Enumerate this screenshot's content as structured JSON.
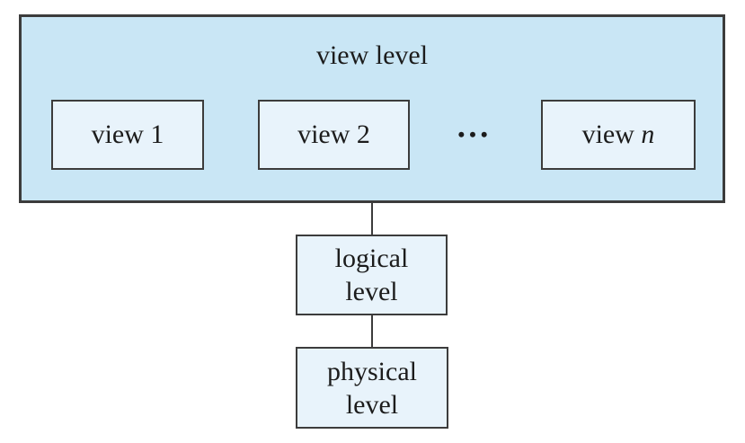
{
  "diagram": {
    "view_level": {
      "label": "view level",
      "views": [
        {
          "label": "view 1"
        },
        {
          "label": "view 2"
        },
        {
          "label_prefix": "view ",
          "label_var": "n"
        }
      ],
      "ellipsis": "•••"
    },
    "logical_level": {
      "lines": [
        "logical",
        "level"
      ]
    },
    "physical_level": {
      "lines": [
        "physical",
        "level"
      ]
    },
    "colors": {
      "view_level_fill": "#c9e6f5",
      "box_fill": "#e8f3fb",
      "border": "#3c3c3c",
      "text": "#1c1c1c",
      "background": "#ffffff"
    }
  }
}
